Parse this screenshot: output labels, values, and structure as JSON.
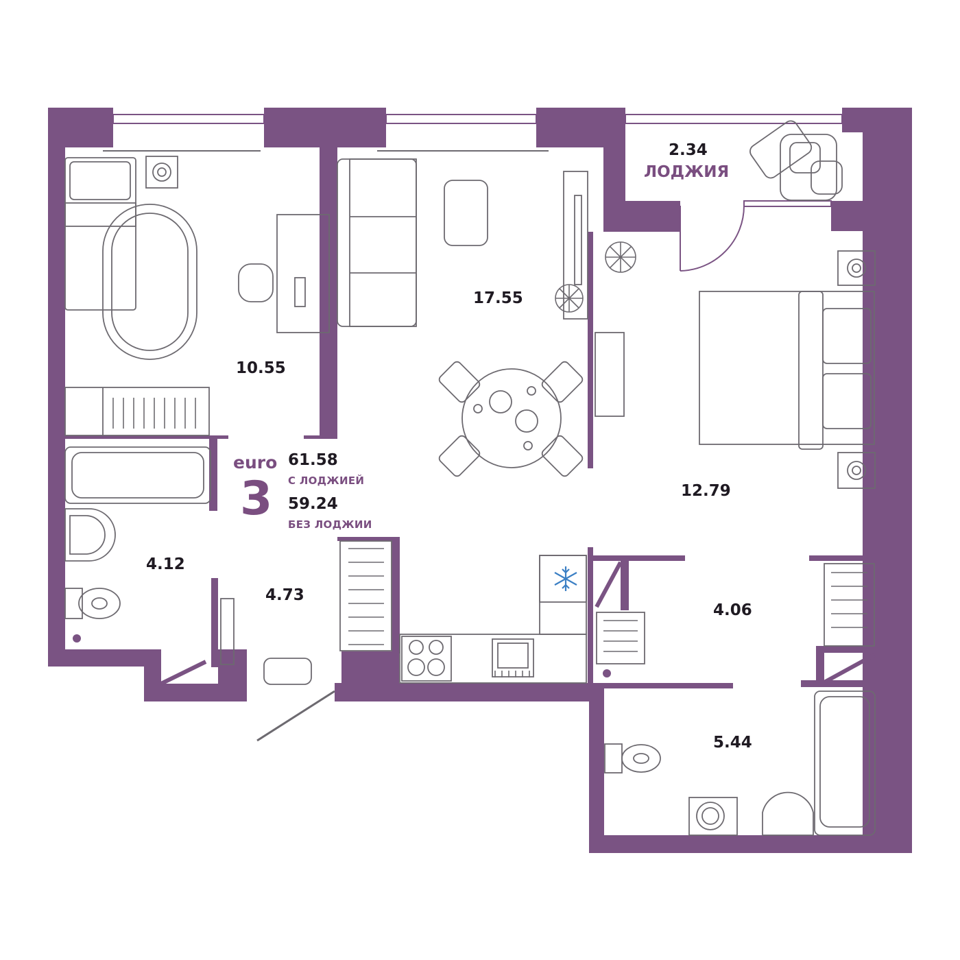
{
  "apartment": {
    "type_label": "euro",
    "rooms": "3",
    "area_with_loggia": "61.58",
    "with_loggia_label": "С ЛОДЖИЕЙ",
    "area_without_loggia": "59.24",
    "without_loggia_label": "БЕЗ ЛОДЖИИ"
  },
  "rooms": {
    "bedroom_left": "10.55",
    "living_kitchen": "17.55",
    "loggia_area": "2.34",
    "loggia_label": "ЛОДЖИЯ",
    "bedroom_right": "12.79",
    "bathroom_left": "4.12",
    "hallway": "4.73",
    "corridor_right": "4.06",
    "bathroom_right": "5.44"
  },
  "colors": {
    "wall": "#7a5383",
    "accent_text": "#7a4e80",
    "furniture_line": "#6d6a70",
    "fridge_icon": "#3b7fc4"
  },
  "icons": [
    "snowflake-icon",
    "plant-icon",
    "entrance-arrow-icon"
  ]
}
